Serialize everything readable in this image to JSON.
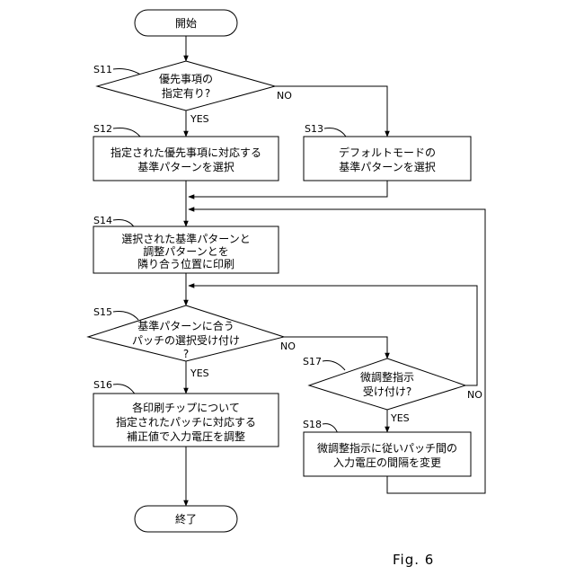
{
  "nodes": {
    "start": {
      "lines": [
        "開始"
      ]
    },
    "s11": {
      "step": "S11",
      "lines": [
        "優先事項の",
        "指定有り?"
      ]
    },
    "s12": {
      "step": "S12",
      "lines": [
        "指定された優先事項に対応する",
        "基準パターンを選択"
      ]
    },
    "s13": {
      "step": "S13",
      "lines": [
        "デフォルトモードの",
        "基準パターンを選択"
      ]
    },
    "s14": {
      "step": "S14",
      "lines": [
        "選択された基準パターンと",
        "調整パターンとを",
        "隣り合う位置に印刷"
      ]
    },
    "s15": {
      "step": "S15",
      "lines": [
        "基準パターンに合う",
        "パッチの選択受け付け",
        "?"
      ]
    },
    "s16": {
      "step": "S16",
      "lines": [
        "各印刷チップについて",
        "指定されたパッチに対応する",
        "補正値で入力電圧を調整"
      ]
    },
    "s17": {
      "step": "S17",
      "lines": [
        "微調整指示",
        "受け付け?"
      ]
    },
    "s18": {
      "step": "S18",
      "lines": [
        "微調整指示に従いパッチ間の",
        "入力電圧の間隔を変更"
      ]
    },
    "end": {
      "lines": [
        "終了"
      ]
    }
  },
  "branches": {
    "s11_yes": "YES",
    "s11_no": "NO",
    "s15_yes": "YES",
    "s15_no": "NO",
    "s17_yes": "YES",
    "s17_no": "NO"
  },
  "caption": "Fig. 6"
}
